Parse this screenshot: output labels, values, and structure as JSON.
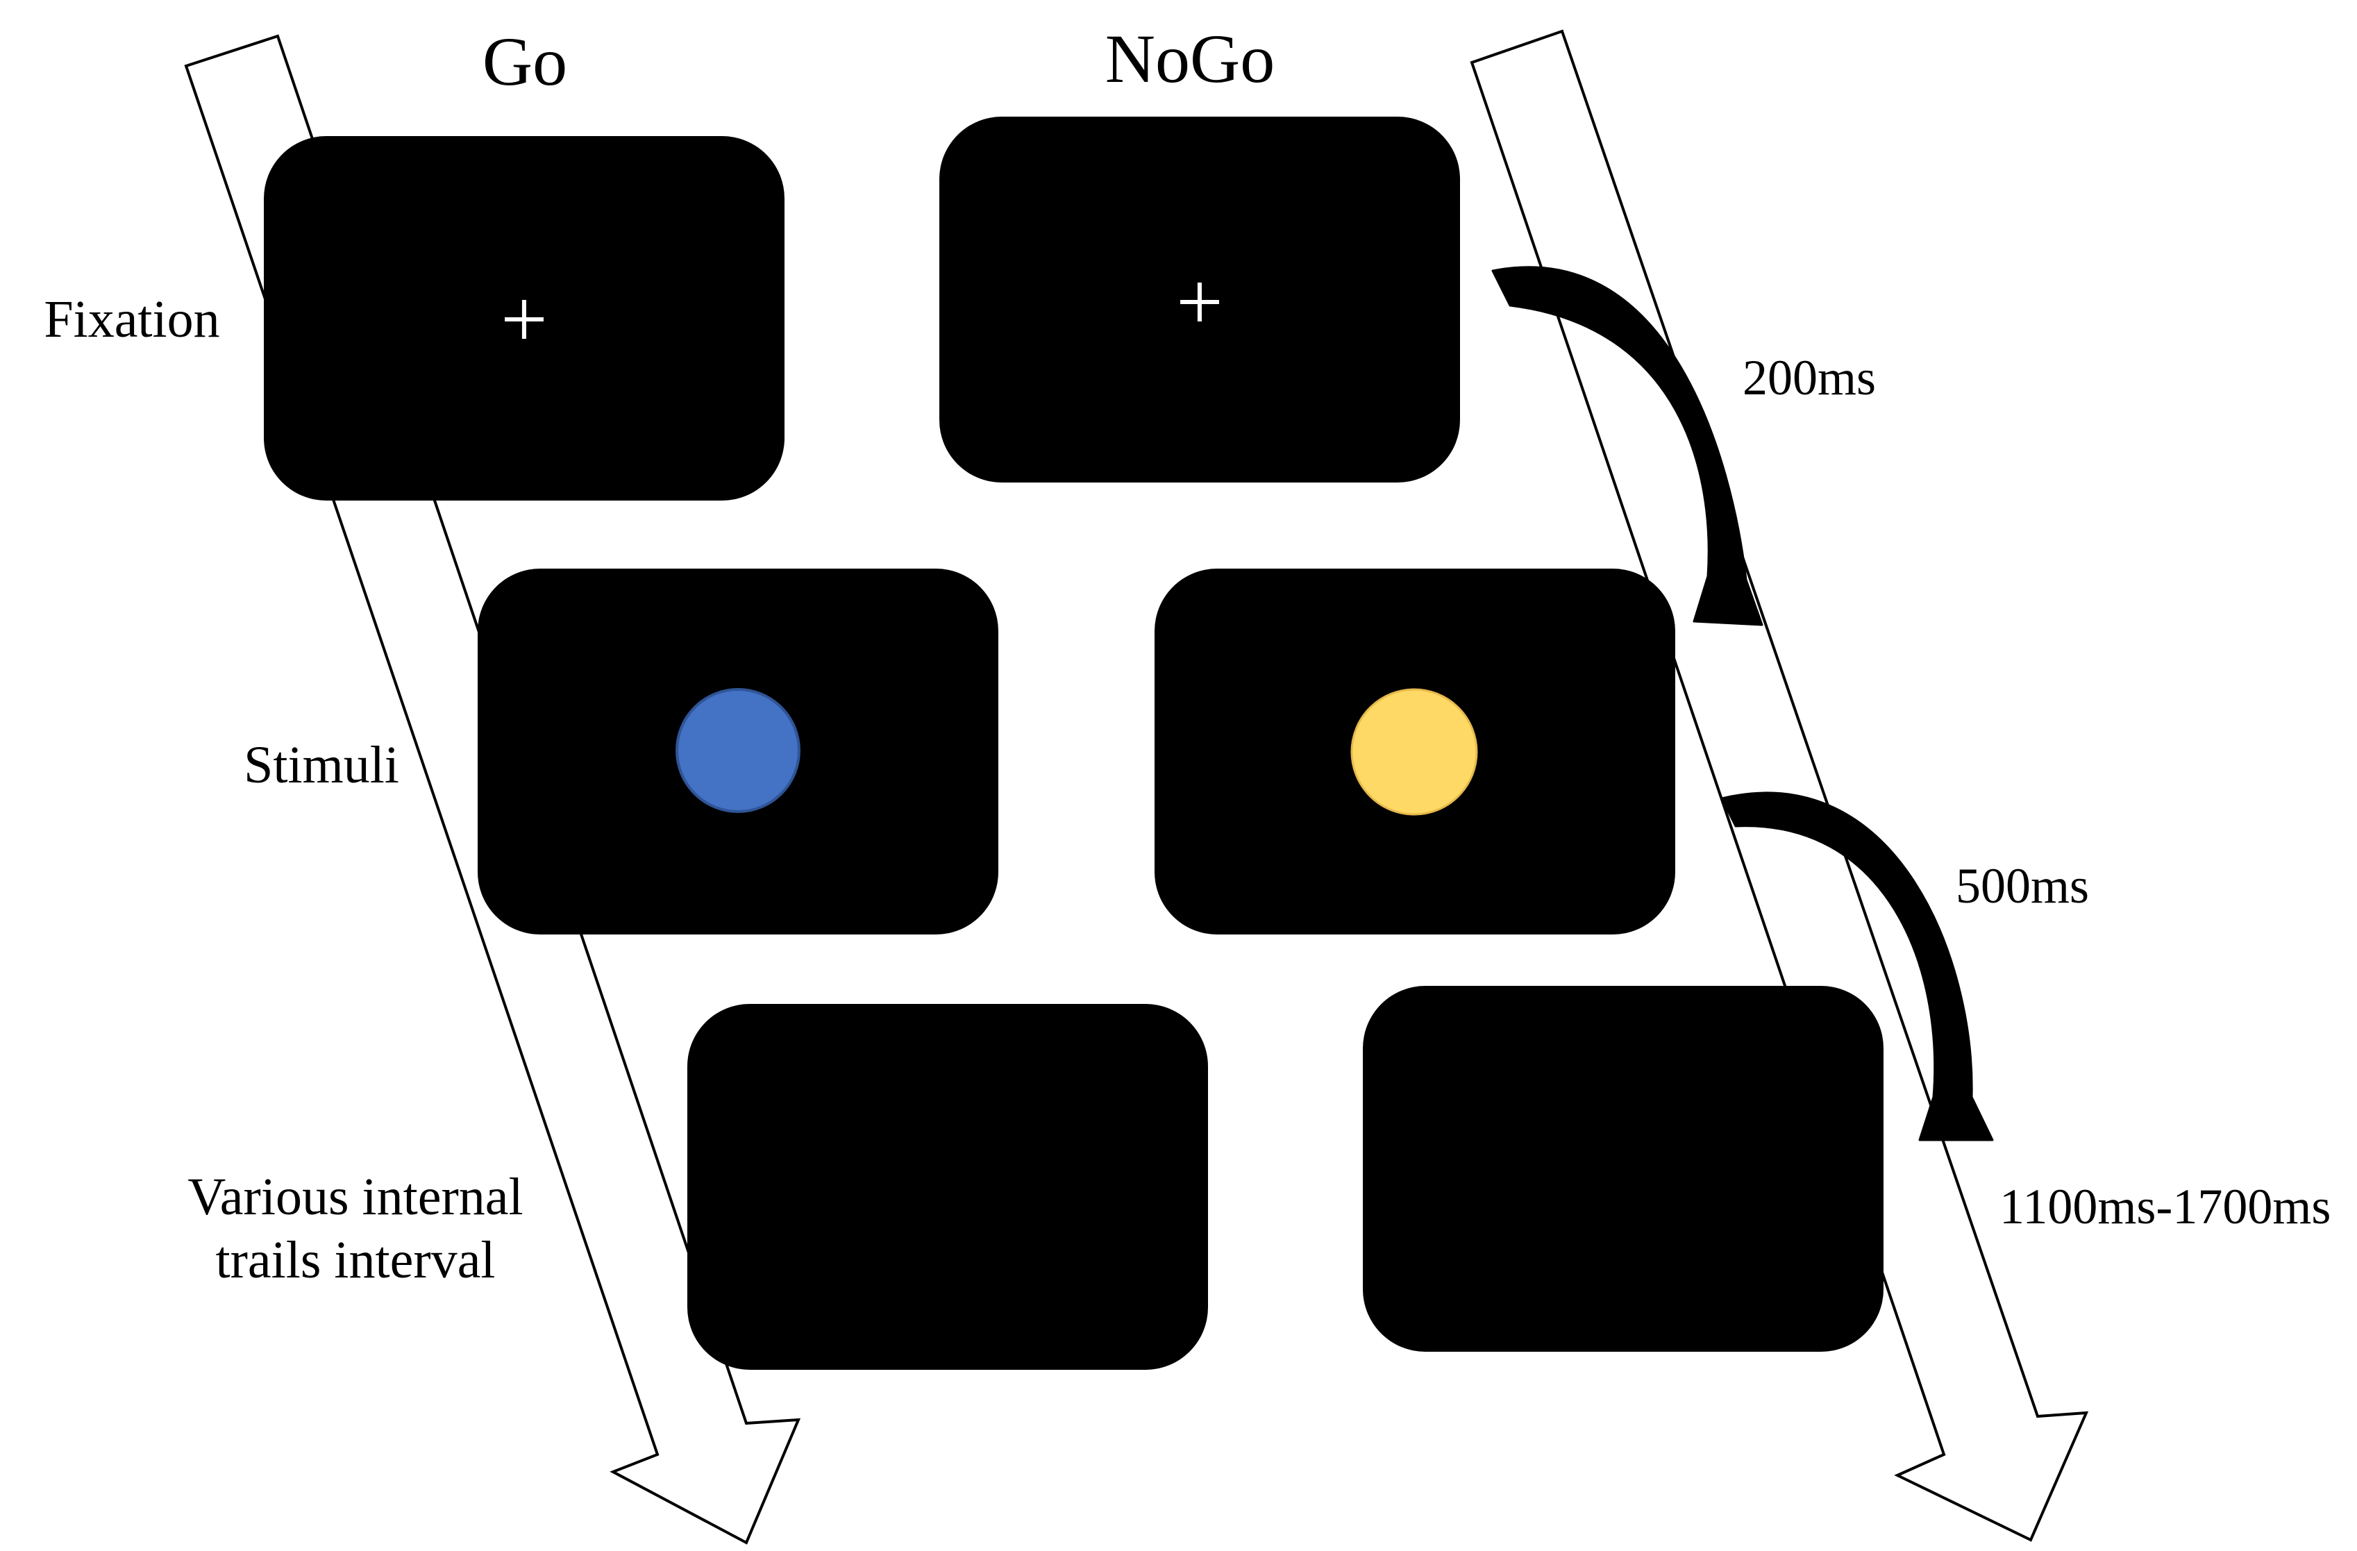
{
  "columns": {
    "go": "Go",
    "nogo": "NoGo"
  },
  "rows": {
    "fixation": "Fixation",
    "stimuli": "Stimuli",
    "interval_line1": "Various internal",
    "interval_line2": "trails interval"
  },
  "timings": {
    "fixation": "200ms",
    "stimuli": "500ms",
    "interval": "1100ms-1700ms"
  },
  "fixation_symbol": "+",
  "colors": {
    "screen": "#000000",
    "go_stimulus": "#4472C4",
    "nogo_stimulus": "#FFD966",
    "stimulus_outline_go": "#2F5597",
    "stimulus_outline_nogo": "#E6B94C",
    "text": "#000000",
    "background": "#FFFFFF"
  }
}
